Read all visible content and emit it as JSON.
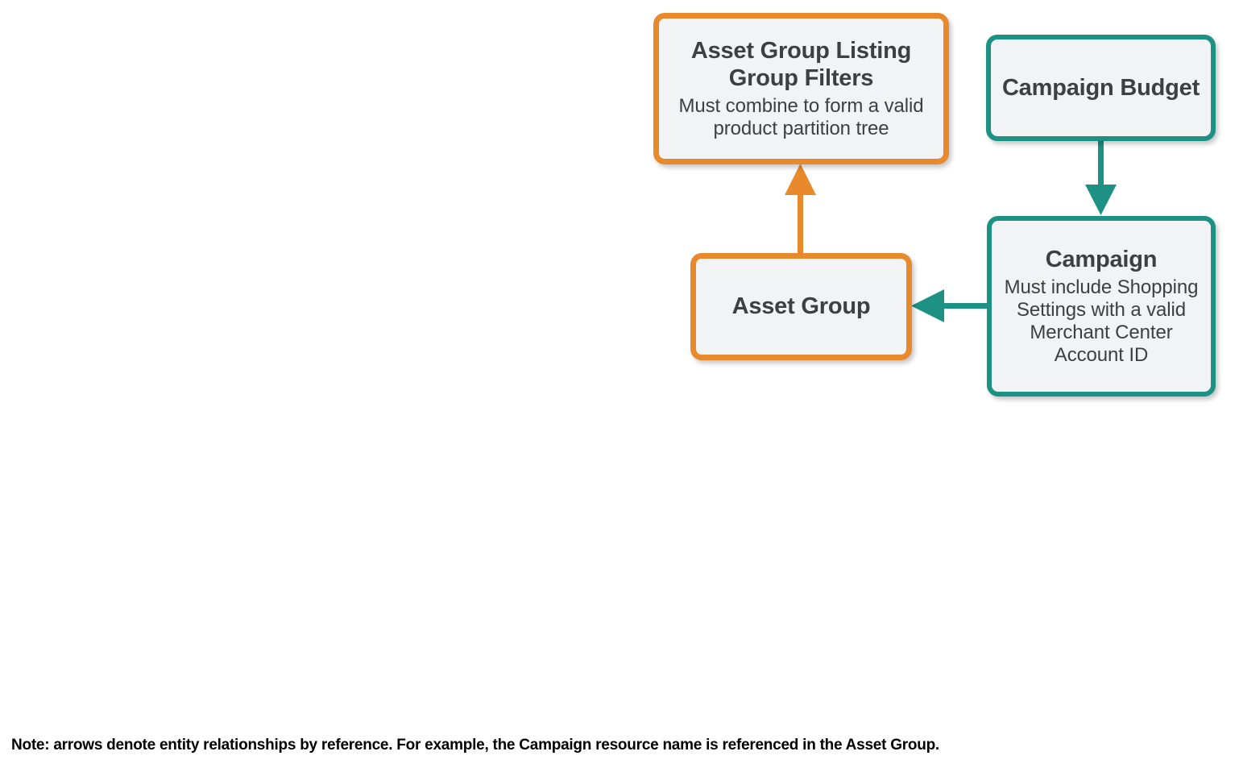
{
  "diagram": {
    "title_semantic": "performance-max-shopping-entity-relationships",
    "colors": {
      "orange": "#E8892B",
      "teal": "#1D9184",
      "node_fill": "#F1F3F4",
      "text": "#3C4043",
      "note_text": "#000000",
      "background": "#FFFFFF"
    },
    "nodes": [
      {
        "id": "asset-group-listing-group-filters",
        "title": "Asset Group Listing Group Filters",
        "subtitle": "Must combine to form a valid product partition tree",
        "accent": "orange"
      },
      {
        "id": "asset-group",
        "title": "Asset Group",
        "subtitle": "",
        "accent": "orange"
      },
      {
        "id": "campaign-budget",
        "title": "Campaign Budget",
        "subtitle": "",
        "accent": "teal"
      },
      {
        "id": "campaign",
        "title": "Campaign",
        "subtitle": "Must include Shopping Settings with a valid Merchant Center Account ID",
        "accent": "teal"
      }
    ],
    "edges": [
      {
        "id": "asset-group-to-listing-group-filters",
        "from": "asset-group",
        "to": "asset-group-listing-group-filters",
        "direction": "up",
        "color": "#E8892B"
      },
      {
        "id": "campaign-budget-to-campaign",
        "from": "campaign-budget",
        "to": "campaign",
        "direction": "down",
        "color": "#1D9184"
      },
      {
        "id": "campaign-to-asset-group",
        "from": "campaign",
        "to": "asset-group",
        "direction": "left",
        "color": "#1D9184"
      }
    ],
    "note": "Note: arrows denote entity relationships by reference. For example, the Campaign resource name is referenced in the Asset Group."
  }
}
